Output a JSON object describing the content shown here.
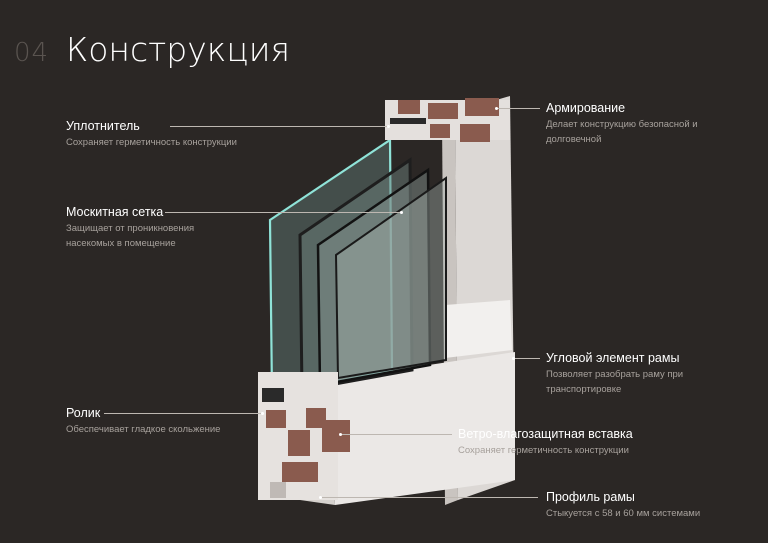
{
  "header": {
    "number": "04",
    "title": "Конструкция"
  },
  "callouts": {
    "seal": {
      "title": "Уплотнитель",
      "desc": "Сохраняет герметичность конструкции"
    },
    "mesh": {
      "title": "Москитная сетка",
      "desc": "Защищает от проникновения насекомых в помещение"
    },
    "roller": {
      "title": "Ролик",
      "desc": "Обеспечивает гладкое скольжение"
    },
    "reinforcement": {
      "title": "Армирование",
      "desc": "Делает конструкцию безопасной и долговечной"
    },
    "corner": {
      "title": "Угловой элемент рамы",
      "desc": "Позволяет разобрать раму при транспортировке"
    },
    "insert": {
      "title": "Ветро-влагозащитная вставка",
      "desc": "Сохраняет герметичность конструкции"
    },
    "profile": {
      "title": "Профиль рамы",
      "desc": "Стыкуется с 58 и 60 мм системами"
    }
  },
  "colors": {
    "background": "#2b2725",
    "frame": "#e9e6e4",
    "steel": "#8a5b4e",
    "glass": "#7fd1c8"
  }
}
